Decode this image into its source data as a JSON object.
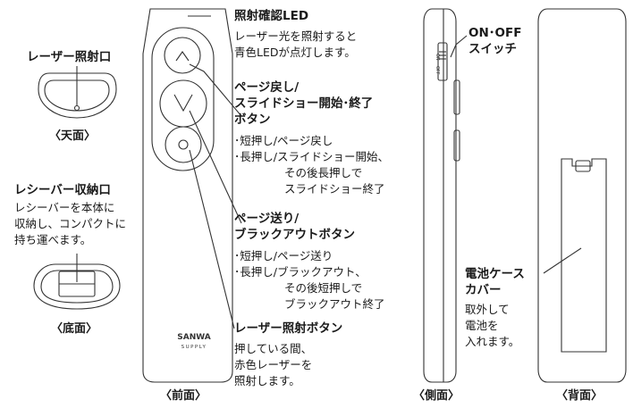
{
  "top_view": {
    "label": "レーザー照射口",
    "caption": "〈天面〉"
  },
  "bottom_view": {
    "label": "レシーバー収納口",
    "desc": [
      "レシーバーを本体に",
      "収納し、コンパクトに",
      "持ち運べます。"
    ],
    "caption": "〈底面〉"
  },
  "front_view": {
    "caption": "〈前面〉",
    "logo_line1": "SANWA",
    "logo_line2": "SUPPLY",
    "button_up_glyph": "∧",
    "button_down_glyph": "∨",
    "button_laser_glyph": "⊙"
  },
  "led": {
    "title": "照射確認LED",
    "desc": [
      "レーザー光を照射すると",
      "青色LEDが点灯します。"
    ]
  },
  "prev_button": {
    "title": [
      "ページ戻し/",
      "スライドショー開始･終了",
      "ボタン"
    ],
    "desc": [
      "･短押し/ページ戻し",
      "･長押し/スライドショー開始、",
      "その後長押しで",
      "スライドショー終了"
    ]
  },
  "next_button": {
    "title": [
      "ページ送り/",
      "ブラックアウトボタン"
    ],
    "desc": [
      "･短押し/ページ送り",
      "･長押し/ブラックアウト、",
      "その後短押しで",
      "ブラックアウト終了"
    ]
  },
  "laser_button": {
    "title": "レーザー照射ボタン",
    "desc": [
      "押している間、",
      "赤色レーザーを",
      "照射します。"
    ]
  },
  "side_view": {
    "caption": "〈側面〉",
    "switch_title": [
      "ON･OFF",
      "スイッチ"
    ],
    "switch_on_mark": "ON",
    "switch_off_mark": "OFF"
  },
  "back_view": {
    "caption": "〈背面〉",
    "cover_title": [
      "電池ケース",
      "カバー"
    ],
    "cover_desc": [
      "取外して",
      "電池を",
      "入れます。"
    ]
  }
}
